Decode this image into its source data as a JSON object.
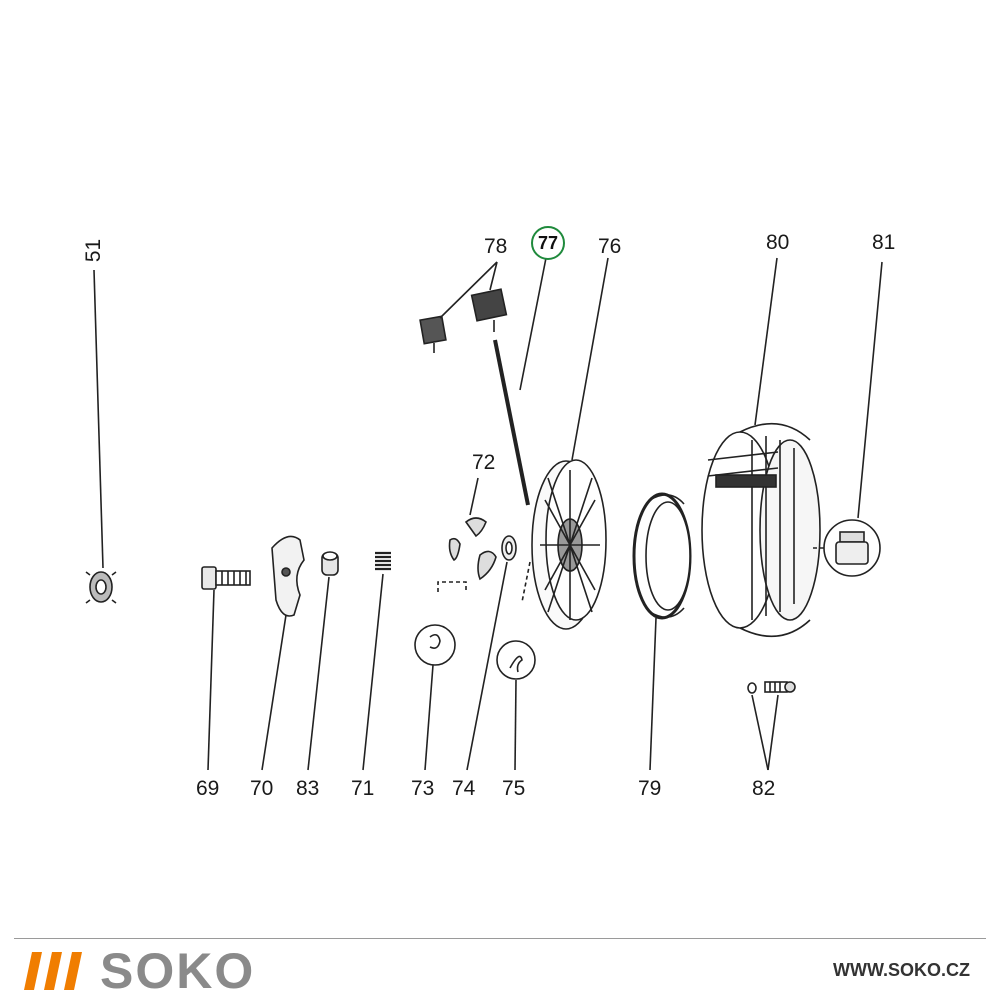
{
  "parts": {
    "p51": "51",
    "p78": "78",
    "p77": "77",
    "p76": "76",
    "p80": "80",
    "p81": "81",
    "p72": "72",
    "p69": "69",
    "p70": "70",
    "p83": "83",
    "p71": "71",
    "p73": "73",
    "p74": "74",
    "p75": "75",
    "p79": "79",
    "p82": "82"
  },
  "highlighted_part": "77",
  "colors": {
    "highlight": "#1f8a3c",
    "brand_accent": "#f07d00",
    "brand_grey": "#8a8a8a"
  },
  "footer": {
    "brand": "SOKO",
    "url": "WWW.SOKO.CZ"
  }
}
